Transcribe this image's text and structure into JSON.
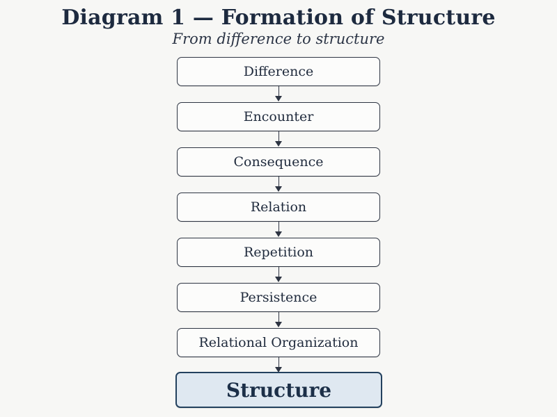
{
  "header": {
    "title": "Diagram 1 — Formation of Structure",
    "subtitle": "From difference to structure"
  },
  "steps": [
    {
      "label": "Difference"
    },
    {
      "label": "Encounter"
    },
    {
      "label": "Consequence"
    },
    {
      "label": "Relation"
    },
    {
      "label": "Repetition"
    },
    {
      "label": "Persistence"
    },
    {
      "label": "Relational Organization"
    },
    {
      "label": "Structure"
    }
  ],
  "colors": {
    "final_fill": "#dfe8f1",
    "final_border": "#23415e",
    "box_border": "#2d3442"
  }
}
